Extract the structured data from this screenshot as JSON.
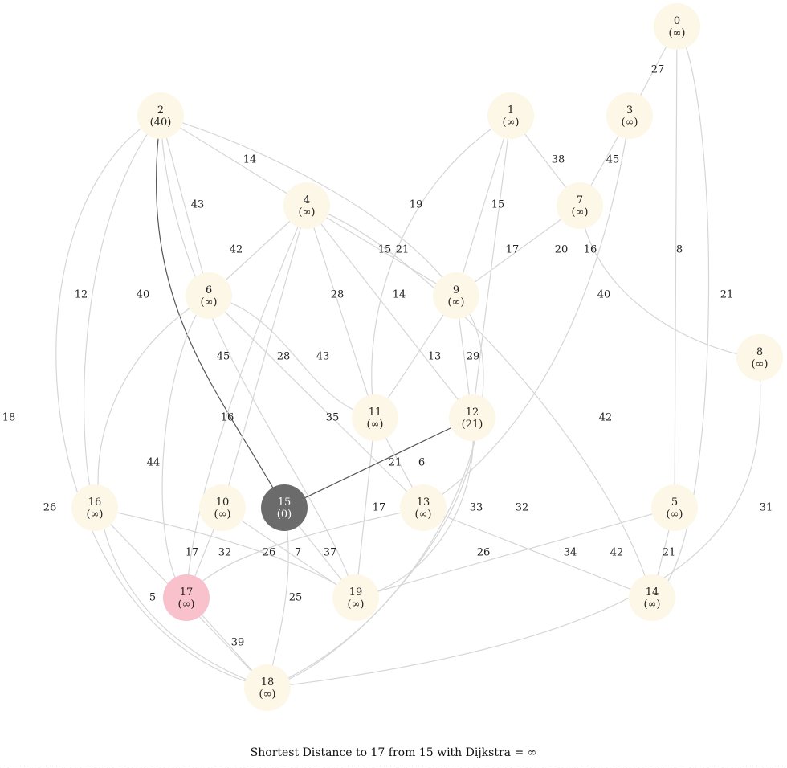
{
  "caption": "Shortest Distance to 17 from 15 with Dijkstra = ∞",
  "colors": {
    "node_default": "#fcf7e6",
    "node_source": "#6b6b6b",
    "node_target": "#f8c1cc",
    "edge_default": "#d6d6d6",
    "edge_active": "#555555"
  },
  "nodes": [
    {
      "id": "0",
      "dist": "(∞)"
    },
    {
      "id": "1",
      "dist": "(∞)"
    },
    {
      "id": "2",
      "dist": "(40)"
    },
    {
      "id": "3",
      "dist": "(∞)"
    },
    {
      "id": "4",
      "dist": "(∞)"
    },
    {
      "id": "5",
      "dist": "(∞)"
    },
    {
      "id": "6",
      "dist": "(∞)"
    },
    {
      "id": "7",
      "dist": "(∞)"
    },
    {
      "id": "8",
      "dist": "(∞)"
    },
    {
      "id": "9",
      "dist": "(∞)"
    },
    {
      "id": "10",
      "dist": "(∞)"
    },
    {
      "id": "11",
      "dist": "(∞)"
    },
    {
      "id": "12",
      "dist": "(21)"
    },
    {
      "id": "13",
      "dist": "(∞)"
    },
    {
      "id": "14",
      "dist": "(∞)"
    },
    {
      "id": "15",
      "dist": "(0)",
      "role": "source"
    },
    {
      "id": "16",
      "dist": "(∞)"
    },
    {
      "id": "17",
      "dist": "(∞)",
      "role": "target"
    },
    {
      "id": "18",
      "dist": "(∞)"
    },
    {
      "id": "19",
      "dist": "(∞)"
    }
  ],
  "edges": [
    {
      "from": "0",
      "to": "3",
      "weight": "27"
    },
    {
      "from": "0",
      "to": "5",
      "weight": "8"
    },
    {
      "from": "0",
      "to": "14",
      "weight": "21"
    },
    {
      "from": "3",
      "to": "7",
      "weight": "45"
    },
    {
      "from": "3",
      "to": "13",
      "weight": "40"
    },
    {
      "from": "1",
      "to": "7",
      "weight": "38"
    },
    {
      "from": "1",
      "to": "9",
      "weight": "15"
    },
    {
      "from": "1",
      "to": "12",
      "weight": "17"
    },
    {
      "from": "1",
      "to": "11",
      "weight": "19"
    },
    {
      "from": "7",
      "to": "9",
      "weight": "20"
    },
    {
      "from": "7",
      "to": "8",
      "weight": "16"
    },
    {
      "from": "2",
      "to": "4",
      "weight": "14"
    },
    {
      "from": "2",
      "to": "6",
      "weight": "43"
    },
    {
      "from": "2",
      "to": "15",
      "weight": "40",
      "active": true
    },
    {
      "from": "2",
      "to": "16",
      "weight": "12"
    },
    {
      "from": "2",
      "to": "18",
      "weight": "18"
    },
    {
      "from": "2",
      "to": "19",
      "weight": "45"
    },
    {
      "from": "2",
      "to": "9",
      "weight": "15"
    },
    {
      "from": "4",
      "to": "6",
      "weight": "42"
    },
    {
      "from": "4",
      "to": "9",
      "weight": "21"
    },
    {
      "from": "4",
      "to": "11",
      "weight": "28"
    },
    {
      "from": "4",
      "to": "12",
      "weight": "14"
    },
    {
      "from": "4",
      "to": "10",
      "weight": "28"
    },
    {
      "from": "4",
      "to": "17",
      "weight": "16"
    },
    {
      "from": "4",
      "to": "14",
      "weight": "42"
    },
    {
      "from": "9",
      "to": "11",
      "weight": "13"
    },
    {
      "from": "9",
      "to": "12",
      "weight": "29"
    },
    {
      "from": "9",
      "to": "18",
      "weight": "32"
    },
    {
      "from": "6",
      "to": "11",
      "weight": "43"
    },
    {
      "from": "6",
      "to": "13",
      "weight": "35"
    },
    {
      "from": "6",
      "to": "17",
      "weight": "44"
    },
    {
      "from": "6",
      "to": "18",
      "weight": "26"
    },
    {
      "from": "8",
      "to": "18",
      "weight": "31"
    },
    {
      "from": "11",
      "to": "13",
      "weight": "6"
    },
    {
      "from": "11",
      "to": "19",
      "weight": "17"
    },
    {
      "from": "12",
      "to": "15",
      "weight": "21",
      "active": true
    },
    {
      "from": "12",
      "to": "19",
      "weight": "33"
    },
    {
      "from": "12",
      "to": "18",
      "weight": "26"
    },
    {
      "from": "13",
      "to": "17",
      "weight": "32"
    },
    {
      "from": "13",
      "to": "14",
      "weight": "34"
    },
    {
      "from": "5",
      "to": "14",
      "weight": "21"
    },
    {
      "from": "5",
      "to": "19",
      "weight": "42"
    },
    {
      "from": "16",
      "to": "19",
      "weight": "26"
    },
    {
      "from": "16",
      "to": "18",
      "weight": "5"
    },
    {
      "from": "10",
      "to": "17",
      "weight": "17"
    },
    {
      "from": "10",
      "to": "19",
      "weight": "7"
    },
    {
      "from": "15",
      "to": "19",
      "weight": "37"
    },
    {
      "from": "15",
      "to": "18",
      "weight": "25"
    },
    {
      "from": "17",
      "to": "18",
      "weight": "39"
    }
  ]
}
